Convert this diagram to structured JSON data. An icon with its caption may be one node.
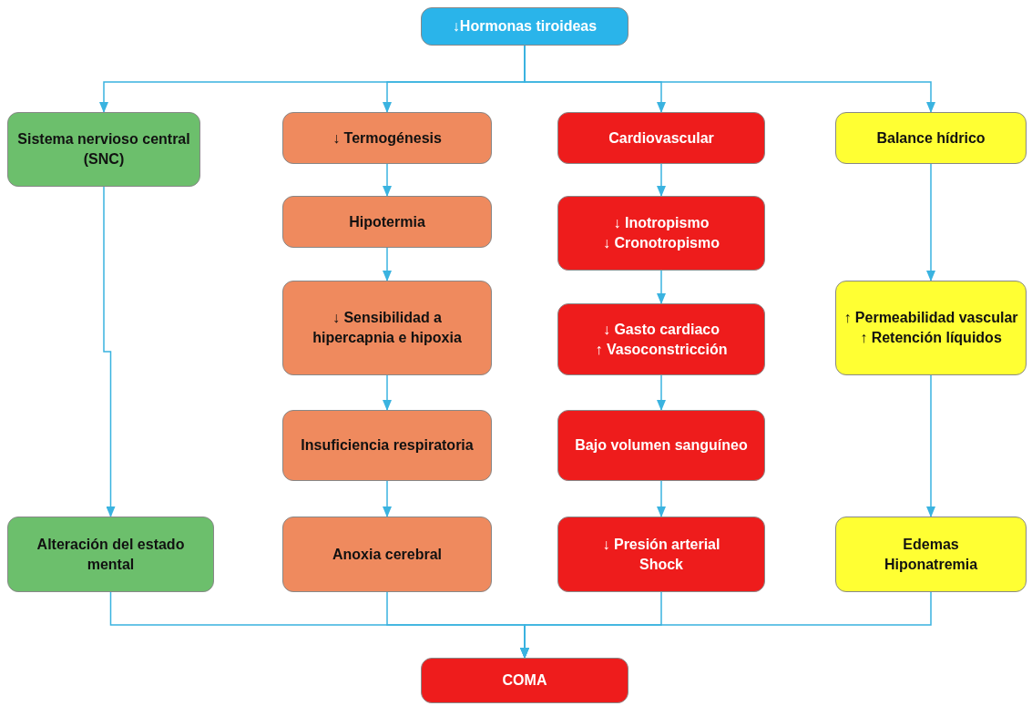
{
  "diagram": {
    "nodes": [
      {
        "text": [
          "↓Hormonas tiroideas"
        ]
      },
      {
        "text": [
          "Sistema nervioso central (SNC)"
        ]
      },
      {
        "text": [
          "↓ Termogénesis"
        ]
      },
      {
        "text": [
          "Cardiovascular"
        ]
      },
      {
        "text": [
          "Balance hídrico"
        ]
      },
      {
        "text": [
          "Hipotermia"
        ]
      },
      {
        "text": [
          "↓ Sensibilidad a hipercapnia e hipoxia"
        ]
      },
      {
        "text": [
          "Insuficiencia respiratoria"
        ]
      },
      {
        "text": [
          "Anoxia cerebral"
        ]
      },
      {
        "text": [
          "↓ Inotropismo",
          "↓ Cronotropismo"
        ]
      },
      {
        "text": [
          "↓ Gasto cardiaco",
          "↑ Vasoconstricción"
        ]
      },
      {
        "text": [
          "Bajo volumen sanguíneo"
        ]
      },
      {
        "text": [
          "↓ Presión arterial",
          "Shock"
        ]
      },
      {
        "text": [
          "↑ Permeabilidad vascular",
          "↑ Retención líquidos"
        ]
      },
      {
        "text": [
          "Alteración del estado mental"
        ]
      },
      {
        "text": [
          "Edemas",
          "Hiponatremia"
        ]
      },
      {
        "text": [
          "COMA"
        ]
      }
    ],
    "edges": [
      {
        "from": 0,
        "to": 1,
        "arrow": "to"
      },
      {
        "from": 0,
        "to": 2,
        "arrow": "to"
      },
      {
        "from": 0,
        "to": 3,
        "arrow": "to"
      },
      {
        "from": 0,
        "to": 4,
        "arrow": "to"
      },
      {
        "from": 1,
        "to": 14,
        "arrow": "to"
      },
      {
        "from": 2,
        "to": 5,
        "arrow": "to"
      },
      {
        "from": 5,
        "to": 6,
        "arrow": "to"
      },
      {
        "from": 6,
        "to": 7,
        "arrow": "to"
      },
      {
        "from": 7,
        "to": 8,
        "arrow": "to"
      },
      {
        "from": 3,
        "to": 9,
        "arrow": "to"
      },
      {
        "from": 9,
        "to": 10,
        "arrow": "to"
      },
      {
        "from": 10,
        "to": 11,
        "arrow": "to"
      },
      {
        "from": 11,
        "to": 12,
        "arrow": "to"
      },
      {
        "from": 4,
        "to": 13,
        "arrow": "to"
      },
      {
        "from": 13,
        "to": 15,
        "arrow": "to"
      },
      {
        "from": 14,
        "to": 16,
        "arrow": "to"
      },
      {
        "from": 8,
        "to": 16,
        "arrow": "to"
      },
      {
        "from": 12,
        "to": 16,
        "arrow": "to"
      },
      {
        "from": 15,
        "to": 16,
        "arrow": "to"
      }
    ]
  }
}
